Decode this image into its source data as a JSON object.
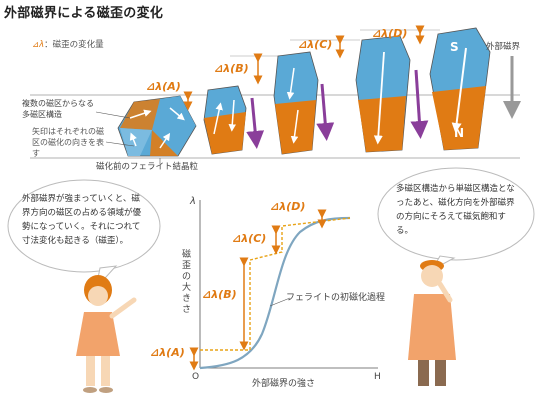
{
  "title": "外部磁界による磁歪の変化",
  "legend": {
    "symbol": "⊿λ",
    "text": "：磁歪の変化量"
  },
  "stages": [
    {
      "label": "⊿λ(A)"
    },
    {
      "label": "⊿λ(B)"
    },
    {
      "label": "⊿λ(C)"
    },
    {
      "label": "⊿λ(D)"
    }
  ],
  "external_field_label": "外部磁界",
  "pole_s": "S",
  "pole_n": "N",
  "annotations": {
    "multi_domain": "複数の磁区からなる多磁区構造",
    "arrow_note": "矢印はそれぞれの磁区の磁化の向きを表す",
    "grain_caption": "磁化前のフェライト結晶粒"
  },
  "bubbles": {
    "left": "外部磁界が強まっていくと、磁界方向の磁区の占める領域が優勢になっていく。それにつれて寸法変化も起きる（磁歪）。",
    "right": "多磁区構造から単磁区構造となったあと、磁化方向を外部磁界の方向にそろえて磁気飽和する。"
  },
  "graph": {
    "y_axis_symbol": "λ",
    "y_axis_label": "磁歪の大きさ",
    "x_axis_label": "外部磁界の強さ",
    "origin_label": "O",
    "x_end_label": "H",
    "curve_label": "フェライトの初磁化過程",
    "step_labels": [
      "⊿λ(A)",
      "⊿λ(B)",
      "⊿λ(C)",
      "⊿λ(D)"
    ]
  },
  "colors": {
    "blue": "#5aa9d6",
    "orange": "#e07b14",
    "purple": "#8a3e9a",
    "curve": "#7fa6c0",
    "dashed": "#e8a317"
  }
}
